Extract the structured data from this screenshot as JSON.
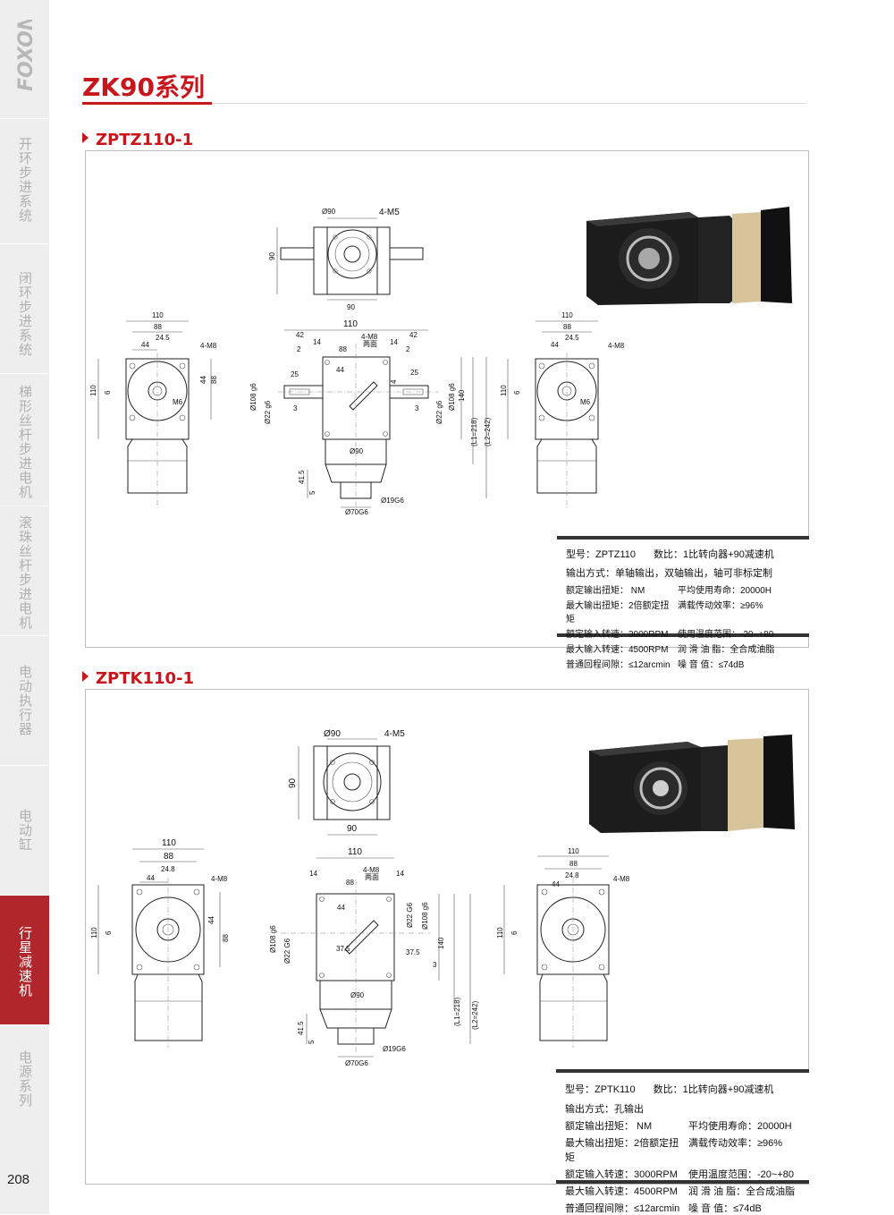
{
  "brand": "FOXON",
  "page_number": "208",
  "sidebar": {
    "items": [
      {
        "label": "开环步进系统",
        "active": false
      },
      {
        "label": "闭环步进系统",
        "active": false
      },
      {
        "label": "梯形丝杆步进电机",
        "active": false
      },
      {
        "label": "滚珠丝杆步进电机",
        "active": false
      },
      {
        "label": "电动执行器",
        "active": false
      },
      {
        "label": "电动缸",
        "active": false
      },
      {
        "label": "行星减速机",
        "active": true
      },
      {
        "label": "电源系列",
        "active": false
      }
    ]
  },
  "page_title": "ZK90系列",
  "colors": {
    "accent": "#c8161d",
    "sidebar_bg": "#eeeeee",
    "active_bg": "#b0262a"
  },
  "sections": [
    {
      "title": "ZPTZ110-1",
      "dims": {
        "d90": "Ø90",
        "m5": "4-M5",
        "v90": "90",
        "h90": "90",
        "w110": "110",
        "w88": "88",
        "w44": "44",
        "w245": "24.5",
        "m8": "4-M8",
        "v110": "110",
        "v6": "6",
        "v44": "44",
        "v88": "88",
        "m6": "M6",
        "c110": "110",
        "c42": "42",
        "c14": "14",
        "c2": "2",
        "c88": "88",
        "c44": "44",
        "c25": "25",
        "c3": "3",
        "c4m8": "4-M8",
        "both_sides": "两面",
        "c4": "4",
        "d108": "Ø108 g6",
        "d22": "Ø22 g6",
        "v140": "140",
        "l1": "(L1=218)",
        "l2": "(L2=242)",
        "d90b": "Ø90",
        "v415": "41.5",
        "v5": "5",
        "d19": "Ø19G6",
        "d70": "Ø70G6"
      },
      "spec": {
        "model": "型号：ZPTZ110",
        "ratio": "数比：1比转向器+90减速机",
        "output": "输出方式：单轴输出，双轴输出，轴可非标定制",
        "items": [
          "额定输出扭矩：   NM",
          "平均使用寿命：20000H",
          "最大输出扭矩：2倍额定扭矩",
          "满载传动效率：≥96%",
          "额定输入转速：3000RPM",
          "使用温度范围：-20~+80",
          "最大输入转速：4500RPM",
          "润 滑 油 脂：全合成油脂",
          "普通回程间隙：≤12arcmin",
          "噪    音    值：≤74dB"
        ]
      }
    },
    {
      "title": "ZPTK110-1",
      "dims": {
        "d90": "Ø90",
        "m5": "4-M5",
        "v90": "90",
        "h90": "90",
        "w110": "110",
        "w88": "88",
        "w44": "44",
        "w248": "24.8",
        "m8": "4-M8",
        "v110": "110",
        "v6": "6",
        "v44": "44",
        "v88": "88",
        "c110": "110",
        "c14": "14",
        "c88": "88",
        "c44": "44",
        "c4m8": "4-M8",
        "both_sides": "两面",
        "c375": "37.5",
        "d108": "Ø108 g6",
        "d22": "Ø22 G6",
        "v140": "140",
        "c3": "3",
        "l1": "(L1=218)",
        "l2": "(L2=242)",
        "d90b": "Ø90",
        "v415": "41.5",
        "v5": "5",
        "d19": "Ø19G6",
        "d70": "Ø70G6",
        "r110": "110",
        "r88": "88",
        "r44": "44",
        "r248": "24.8",
        "r_m8": "4-M8"
      },
      "spec": {
        "model": "型号：ZPTK110",
        "ratio": "数比：1比转向器+90减速机",
        "output": "输出方式：孔输出",
        "items": [
          "额定输出扭矩：     NM",
          "平均使用寿命：20000H",
          "最大输出扭矩：2倍额定扭矩",
          "满载传动效率：≥96%",
          "额定输入转速：3000RPM",
          "使用温度范围：-20~+80",
          "最大输入转速：4500RPM",
          "润 滑 油 脂：全合成油脂",
          "普通回程间隙：≤12arcmin",
          "噪    音    值：≤74dB"
        ]
      }
    }
  ]
}
